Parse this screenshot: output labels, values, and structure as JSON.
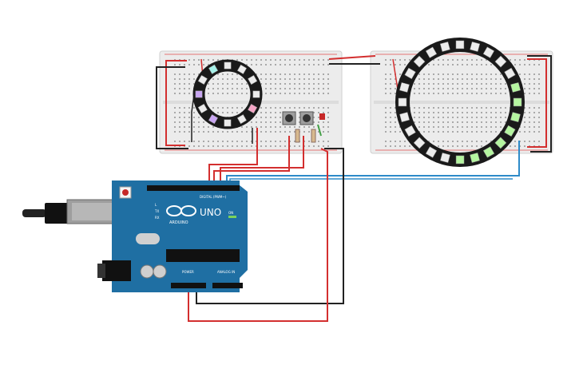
{
  "colors": {
    "wire_red": "#d32f2f",
    "wire_black": "#222222",
    "wire_blue": "#2e8bc9",
    "board_blue": "#1f6fa3",
    "breadboard": "#eeeeee",
    "ring_black": "#1a1a1a",
    "led_off": "#e8e8e8",
    "led_green": "#b5f5a0"
  },
  "arduino": {
    "model_label": "UNO",
    "brand_label": "ARDUINO",
    "digital_label": "DIGITAL (PWM~)",
    "power_label": "POWER",
    "analog_label": "ANALOG IN",
    "tx_label": "TX",
    "rx_label": "RX",
    "l_label": "L",
    "on_label": "ON"
  },
  "small_ring": {
    "led_count": 12,
    "led_colors": [
      "off",
      "off",
      "off",
      "off",
      "pink",
      "off",
      "off",
      "violet",
      "off",
      "violet",
      "off",
      "aqua"
    ]
  },
  "large_ring": {
    "led_count": 24,
    "lit_leds": 8,
    "lit_color": "green"
  },
  "buttons": {
    "count": 2
  }
}
